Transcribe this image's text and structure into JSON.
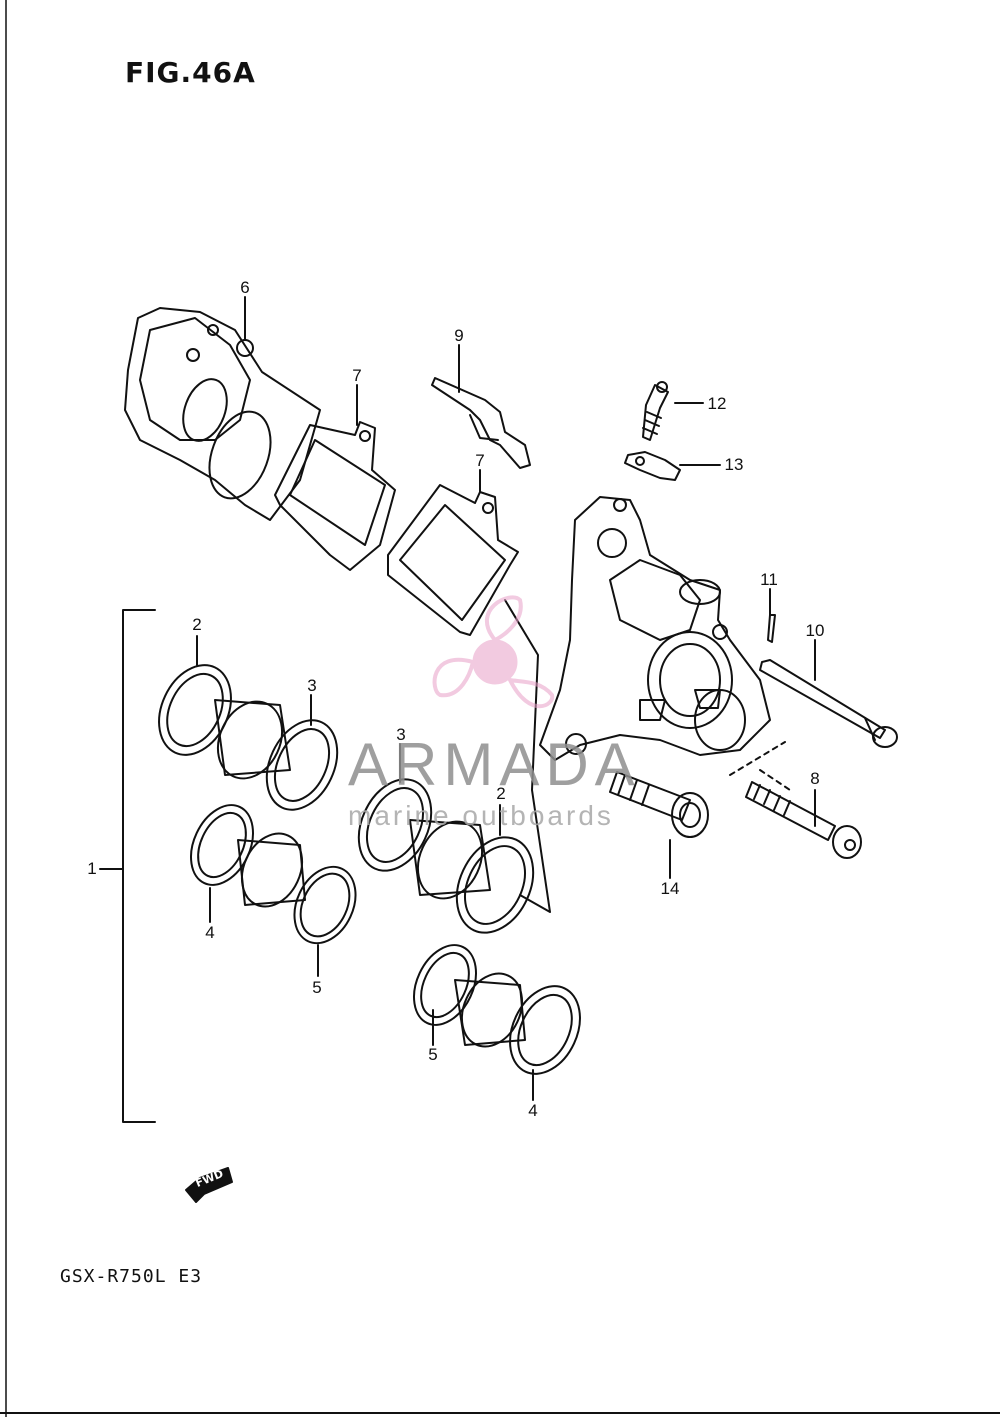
{
  "figure": {
    "title": "FIG.46A",
    "model_code": "GSX-R750L  E3",
    "fwd_label": "FWD"
  },
  "watermark": {
    "brand": "ARMADA",
    "tagline": "marine outboards",
    "color": "#e8a0c8"
  },
  "callouts": {
    "c1": "1",
    "c2a": "2",
    "c2b": "2",
    "c3a": "3",
    "c3b": "3",
    "c4a": "4",
    "c4b": "4",
    "c5a": "5",
    "c5b": "5",
    "c6": "6",
    "c7a": "7",
    "c7b": "7",
    "c8": "8",
    "c9": "9",
    "c10": "10",
    "c11": "11",
    "c12": "12",
    "c13": "13",
    "c14": "14"
  }
}
